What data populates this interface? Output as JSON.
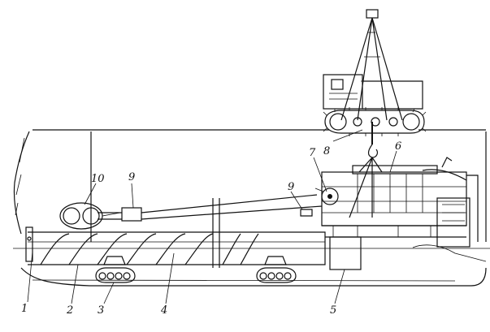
{
  "figure": {
    "labels": [
      {
        "id": "1",
        "text": "1"
      },
      {
        "id": "2",
        "text": "2"
      },
      {
        "id": "3",
        "text": "3"
      },
      {
        "id": "4",
        "text": "4"
      },
      {
        "id": "5",
        "text": "5"
      },
      {
        "id": "6",
        "text": "6"
      },
      {
        "id": "7",
        "text": "7"
      },
      {
        "id": "8",
        "text": "8"
      },
      {
        "id": "9a",
        "text": "9"
      },
      {
        "id": "9b",
        "text": "9"
      },
      {
        "id": "10",
        "text": "10"
      }
    ]
  }
}
